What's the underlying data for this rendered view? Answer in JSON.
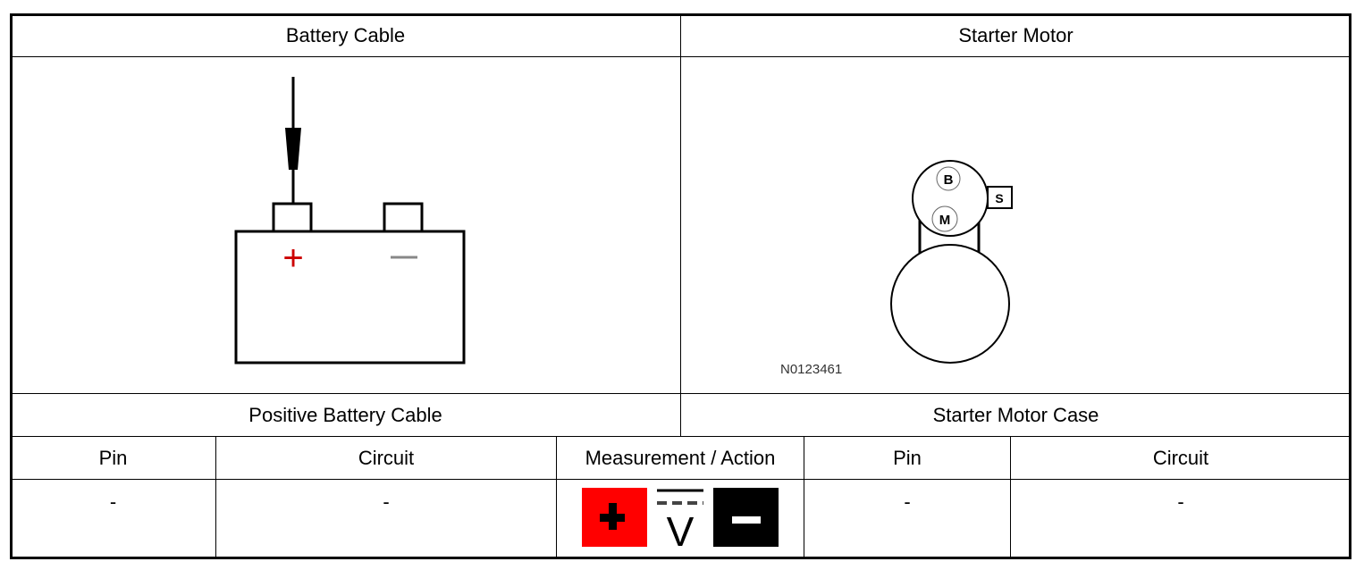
{
  "header": {
    "left": "Battery Cable",
    "right": "Starter Motor"
  },
  "diagram": {
    "battery": {
      "positive_symbol": "+",
      "negative_symbol": "−",
      "positive_color": "#cc0000",
      "negative_color": "#888888"
    },
    "starter": {
      "terminal_b": "B",
      "terminal_m": "M",
      "terminal_s": "S",
      "figure_id": "N0123461"
    }
  },
  "labels": {
    "left": "Positive Battery Cable",
    "right": "Starter Motor Case"
  },
  "columns": [
    "Pin",
    "Circuit",
    "Measurement / Action",
    "Pin",
    "Circuit"
  ],
  "row": [
    "-",
    "-",
    "-",
    "-"
  ],
  "measurement": {
    "icons": [
      "positive-lead-icon",
      "dc-voltage-icon",
      "negative-lead-icon"
    ],
    "voltage_symbol": "V",
    "positive_color": "#ff0000",
    "negative_color": "#000000"
  }
}
